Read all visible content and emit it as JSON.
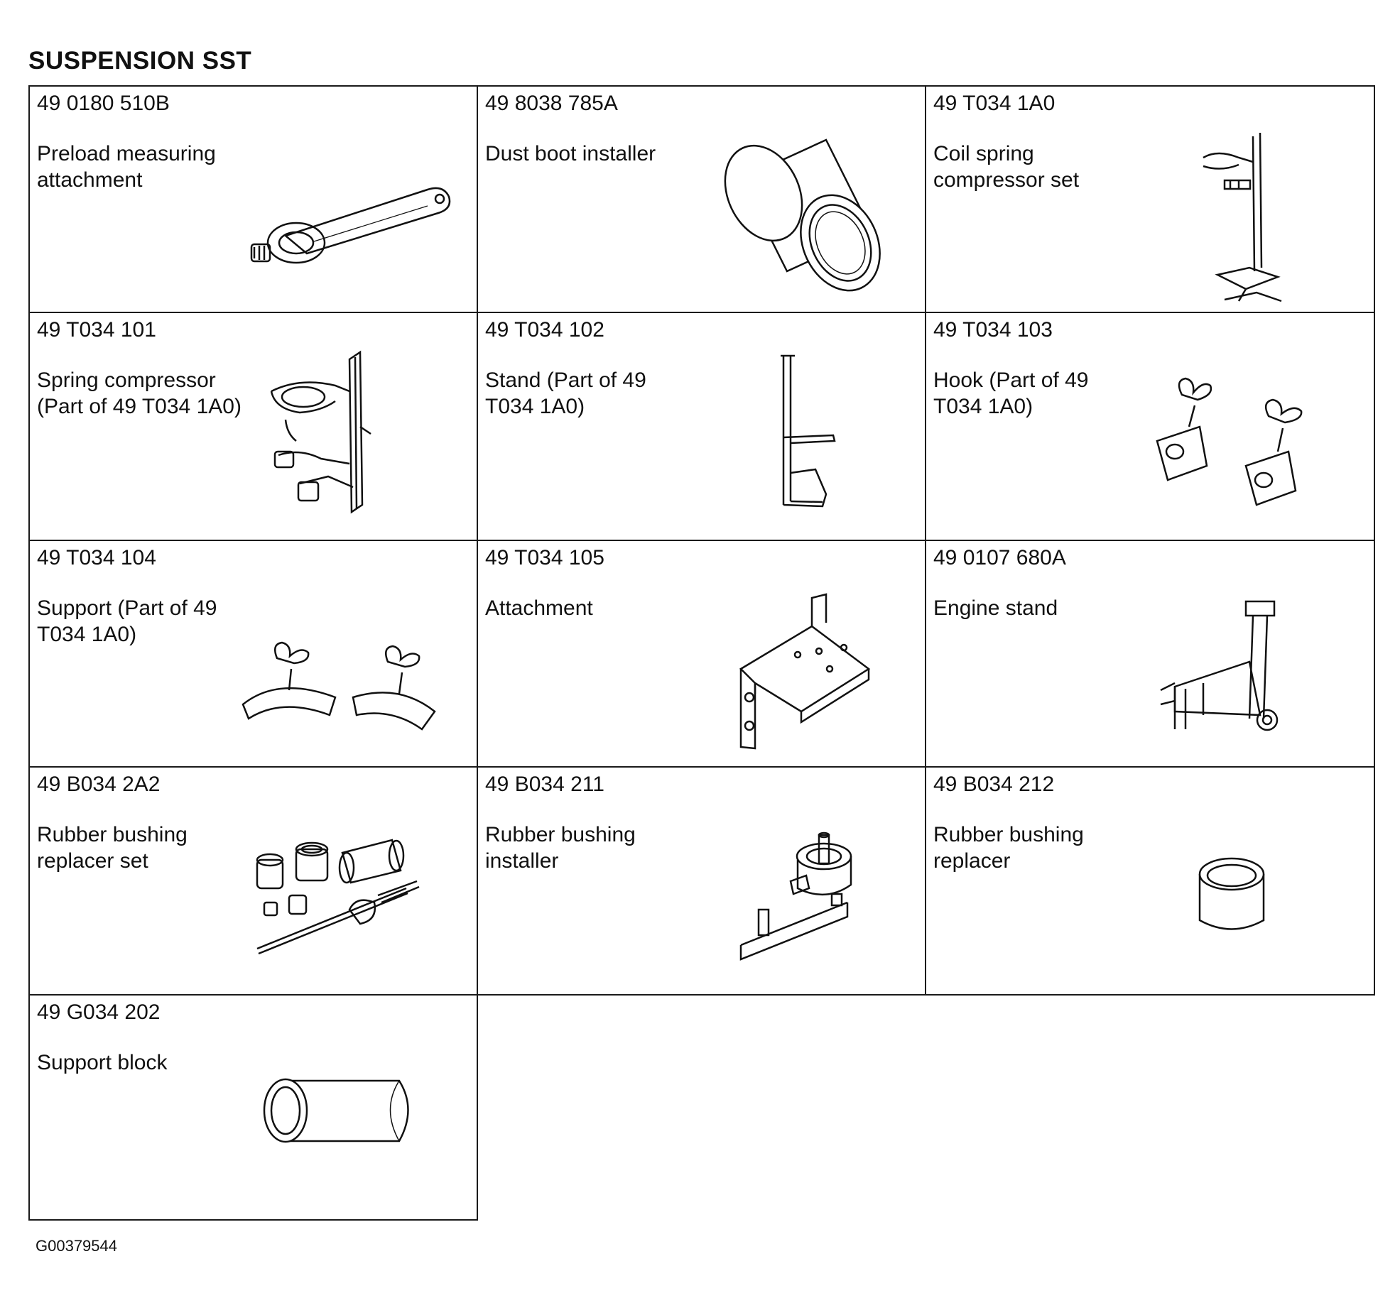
{
  "title": "SUSPENSION SST",
  "figure_id": "G00379544",
  "tools": [
    {
      "code": "49 0180 510B",
      "description": "Preload measuring attachment",
      "illustration": "preload-wrench-illustration"
    },
    {
      "code": "49 8038 785A",
      "description": "Dust boot installer",
      "illustration": "cylinder-sleeve-illustration"
    },
    {
      "code": "49 T034 1A0",
      "description": "Coil spring compressor set",
      "illustration": "compressor-set-illustration"
    },
    {
      "code": "49 T034 101",
      "description": "Spring compressor (Part of 49 T034 1A0)",
      "illustration": "spring-compressor-illustration"
    },
    {
      "code": "49 T034 102",
      "description": "Stand (Part of 49 T034 1A0)",
      "illustration": "stand-illustration"
    },
    {
      "code": "49 T034 103",
      "description": "Hook (Part of 49 T034 1A0)",
      "illustration": "hook-pair-illustration"
    },
    {
      "code": "49 T034 104",
      "description": "Support (Part of 49 T034 1A0)",
      "illustration": "support-pair-illustration"
    },
    {
      "code": "49 T034 105",
      "description": "Attachment",
      "illustration": "bracket-plate-illustration"
    },
    {
      "code": "49 0107 680A",
      "description": "Engine stand",
      "illustration": "engine-stand-illustration"
    },
    {
      "code": "49 B034 2A2",
      "description": "Rubber bushing replacer set",
      "illustration": "bushing-set-illustration"
    },
    {
      "code": "49 B034 211",
      "description": "Rubber bushing installer",
      "illustration": "bushing-installer-illustration"
    },
    {
      "code": "49 B034 212",
      "description": "Rubber bushing replacer",
      "illustration": "bushing-ring-illustration"
    },
    {
      "code": "49 G034 202",
      "description": "Support block",
      "illustration": "support-block-illustration"
    }
  ]
}
